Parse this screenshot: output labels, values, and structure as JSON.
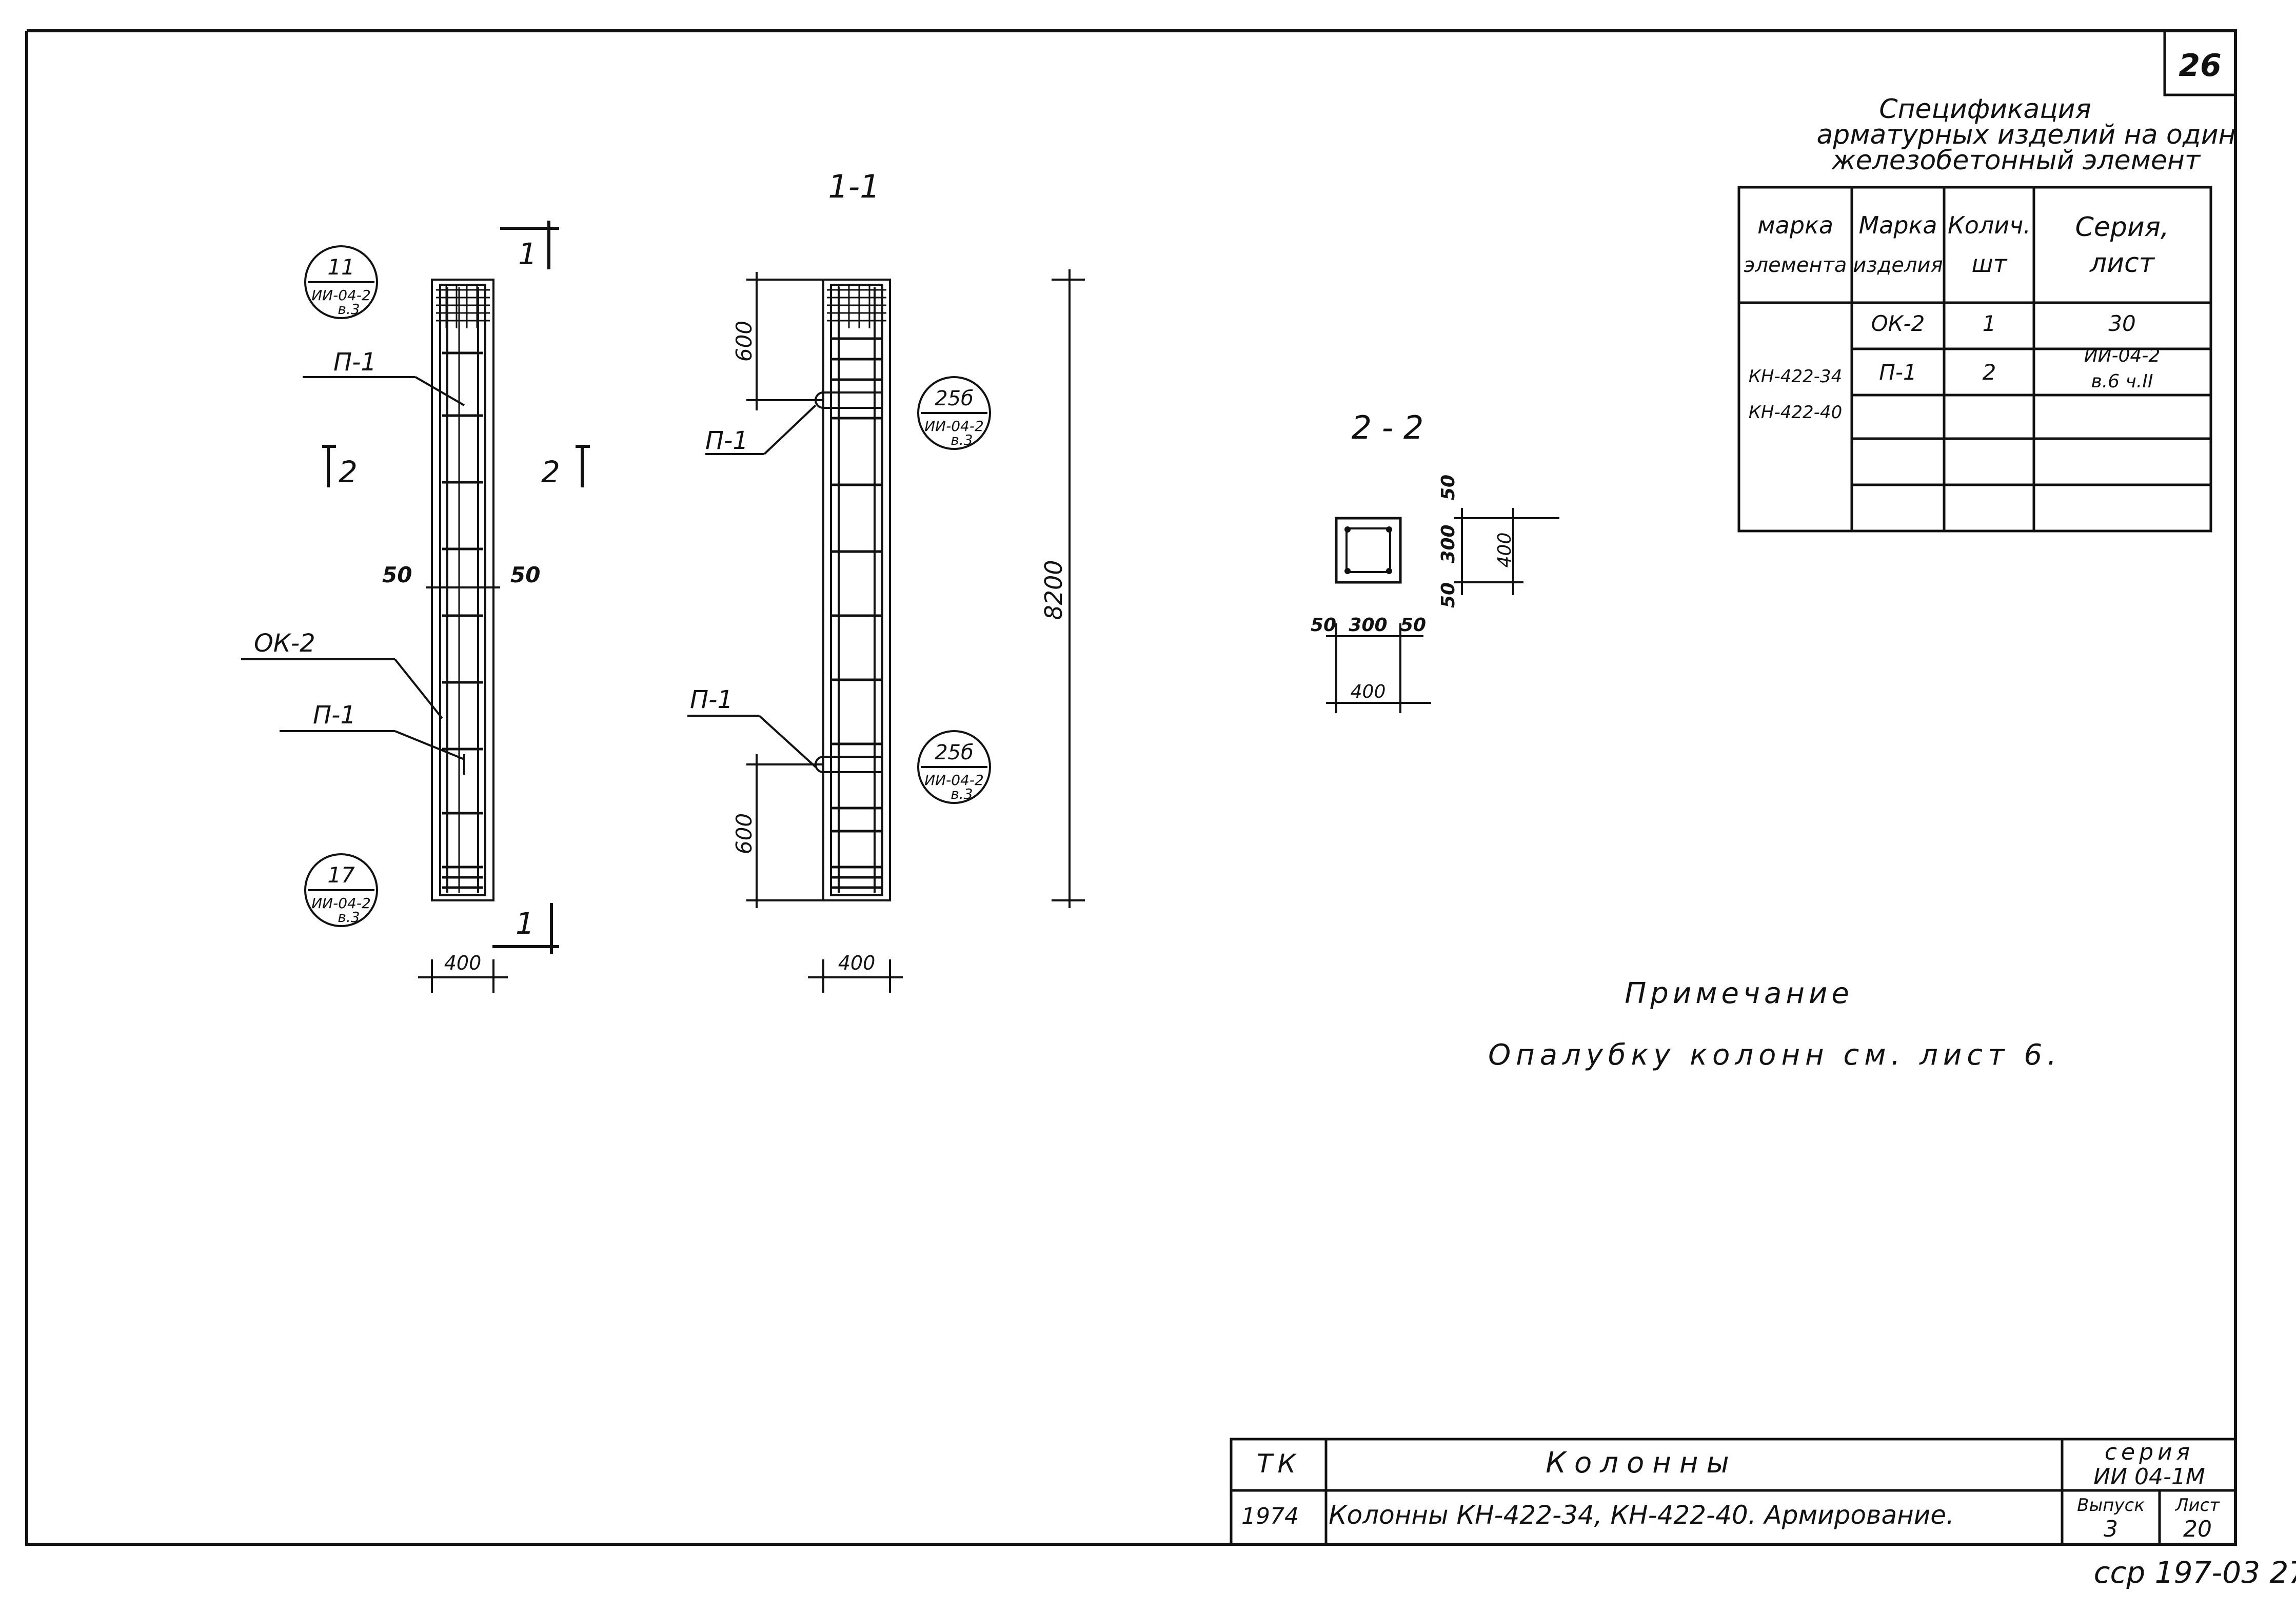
{
  "sheet_number": "26",
  "spec": {
    "title_1": "Спецификация",
    "title_2": "арматурных изделий на один",
    "title_3": "железобетонный элемент",
    "header": {
      "col1_a": "марка",
      "col1_b": "элемента",
      "col2_a": "Марка",
      "col2_b": "изделия",
      "col3_a": "Колич.",
      "col3_b": "шт",
      "col4_a": "Серия,",
      "col4_b": "лист"
    },
    "elements": [
      "КН-422-34",
      "КН-422-40"
    ],
    "rows": [
      {
        "item": "ОК-2",
        "qty": "1",
        "series": "30"
      },
      {
        "item": "П-1",
        "qty": "2",
        "series_a": "ИИ-04-2",
        "series_b": "в.6 ч.II"
      }
    ]
  },
  "views": {
    "section_1_1": "1-1",
    "section_2_2": "2 - 2",
    "cut_mark_1": "1",
    "cut_mark_2": "2"
  },
  "bubbles": {
    "b11": {
      "top": "11",
      "mid": "ИИ-04-2",
      "bot": "в.3"
    },
    "b17": {
      "top": "17",
      "mid": "ИИ-04-2",
      "bot": "в.3"
    },
    "b25a": {
      "top": "25б",
      "mid": "ИИ-04-2",
      "bot": "в.3"
    },
    "b25b": {
      "top": "25б",
      "mid": "ИИ-04-2",
      "bot": "в.3"
    }
  },
  "labels": {
    "p1": "П-1",
    "ok2": "ОК-2"
  },
  "dims": {
    "d50": "50",
    "d400": "400",
    "d600": "600",
    "d8200": "8200",
    "d300": "300"
  },
  "note": {
    "title": "Примечание",
    "text": "Опалубку колонн см. лист 6."
  },
  "title_block": {
    "org": "ТК",
    "year": "1974",
    "name": "Колонны",
    "description": "Колонны КН-422-34, КН-422-40. Армирование.",
    "series_label": "серия",
    "series_value": "ИИ 04-1М",
    "issue_label": "Выпуск",
    "issue_value": "3",
    "sheet_label": "Лист",
    "sheet_value": "20"
  },
  "stamp": "сср 197-03 27"
}
